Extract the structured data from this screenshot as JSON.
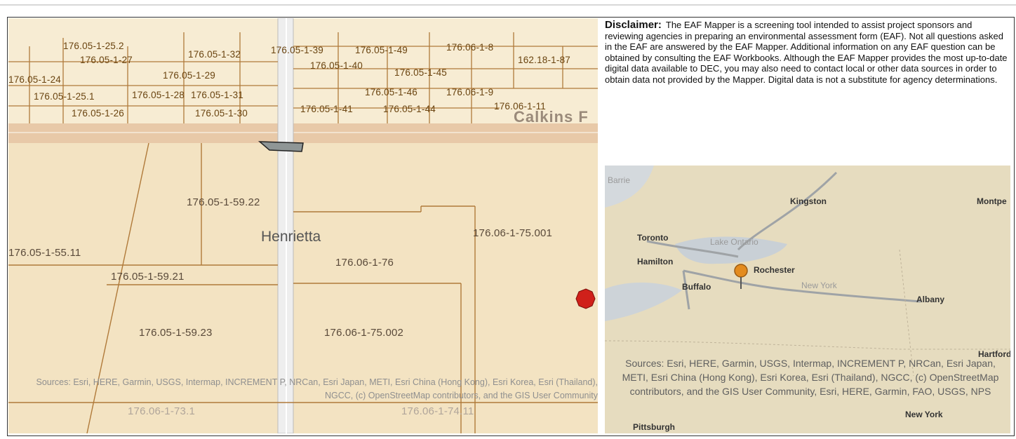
{
  "map": {
    "street_label": "Calkins F",
    "town_label": "Henrietta",
    "parcels": [
      "176.05-1-25.2",
      "176.05-1-27",
      "176.05-1-24",
      "176.05-1-25.1",
      "176.05-1-26",
      "176.05-1-32",
      "176.05-1-29",
      "176.05-1-28",
      "176.05-1-31",
      "176.05-1-30",
      "176.05-1-39",
      "176.05-1-49",
      "176.06-1-8",
      "176.05-1-40",
      "176.05-1-45",
      "162.18-1-87",
      "176.05-1-46",
      "176.06-1-9",
      "176.05-1-41",
      "176.05-1-44",
      "176.06-1-11",
      "176.05-1-59.22",
      "176.06-1-75.001",
      "176.05-1-55.11",
      "176.06-1-76",
      "176.05-1-59.21",
      "176.05-1-59.23",
      "176.06-1-75.002",
      "176.06-1-74.11",
      "176.06-1-73.1"
    ],
    "attribution": "Sources: Esri, HERE, Garmin, USGS, Intermap, INCREMENT P, NRCan, Esri Japan, METI, Esri China (Hong Kong), Esri Korea, Esri (Thailand), NGCC, (c) OpenStreetMap contributors, and the GIS User Community",
    "colors": {
      "land": "#f3e3c2",
      "parcel_line": "#b07a3a",
      "road": "#e8c9a8",
      "marker": "#d0201a"
    }
  },
  "disclaimer": {
    "heading": "Disclaimer:",
    "text": "The EAF Mapper is a screening tool intended to assist project sponsors and reviewing agencies in preparing an environmental assessment form (EAF). Not all questions asked in the EAF are answered by the EAF Mapper. Additional information on any EAF question can be obtained by consulting the EAF Workbooks.  Although the EAF Mapper provides the most up-to-date digital data available to DEC, you may also need to contact local or other data sources in order to obtain data not provided by the Mapper. Digital data is not a substitute for agency determinations."
  },
  "inset": {
    "cities": [
      "Barrie",
      "Kingston",
      "Montpe",
      "Toronto",
      "Lake Ontario",
      "Hamilton",
      "Rochester",
      "Buffalo",
      "New York",
      "Albany",
      "Hartford",
      "Pittsburgh",
      "New York"
    ],
    "attribution": "Sources: Esri, HERE, Garmin, USGS, Intermap, INCREMENT P, NRCan, Esri Japan, METI, Esri China (Hong Kong), Esri Korea, Esri (Thailand), NGCC, (c) OpenStreetMap contributors, and the GIS User Community, Esri, HERE, Garmin, FAO, USGS, NPS"
  }
}
